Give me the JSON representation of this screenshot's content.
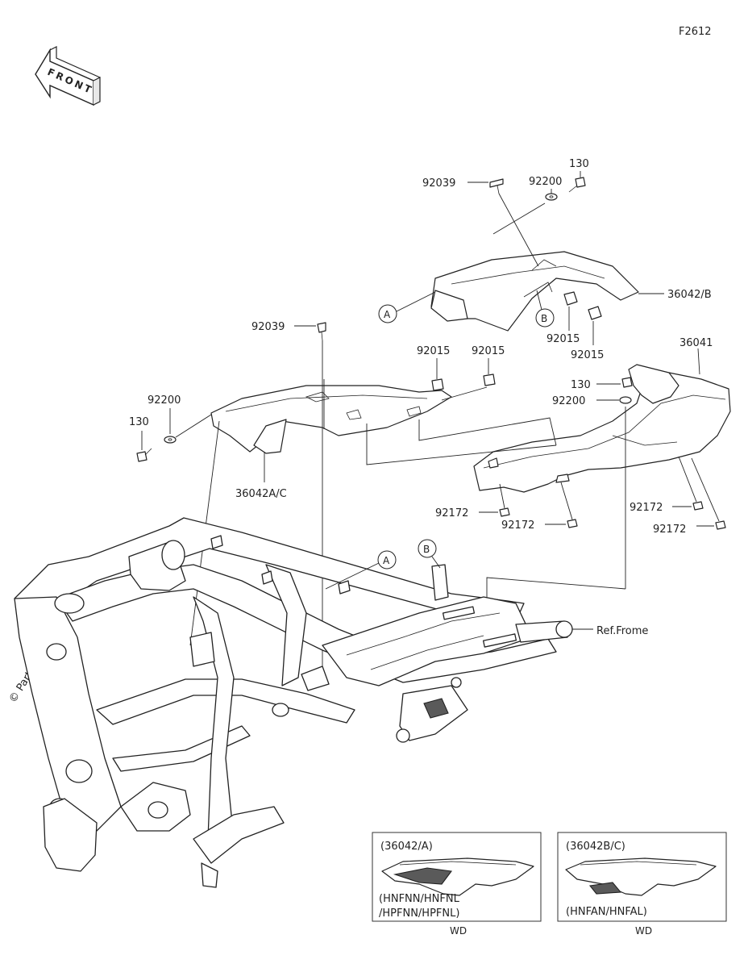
{
  "figure_code": "F2612",
  "front_label": "FRONT",
  "watermark": "© Partzilla.com",
  "ref_frame": "Ref.Frome",
  "callouts": {
    "a": "A",
    "b": "B"
  },
  "parts": {
    "p130_top": "130",
    "p92200_top": "92200",
    "p92039_top": "92039",
    "p36042B": "36042/B",
    "p92015_r1": "92015",
    "p92015_r2": "92015",
    "p92039_mid": "92039",
    "p92015_m1": "92015",
    "p92015_m2": "92015",
    "p36041": "36041",
    "p130_right": "130",
    "p92200_right": "92200",
    "p92200_left": "92200",
    "p130_left": "130",
    "p36042AC": "36042A/C",
    "p92172_1": "92172",
    "p92172_2": "92172",
    "p92172_3": "92172",
    "p92172_4": "92172"
  },
  "insets": [
    {
      "title": "(36042/A)",
      "models_l1": "(HNFNN/HNFNL",
      "models_l2": "/HPFNN/HPFNL)",
      "note": "WD"
    },
    {
      "title": "(36042B/C)",
      "models_l1": "(HNFAN/HNFAL)",
      "models_l2": "",
      "note": "WD"
    }
  ]
}
